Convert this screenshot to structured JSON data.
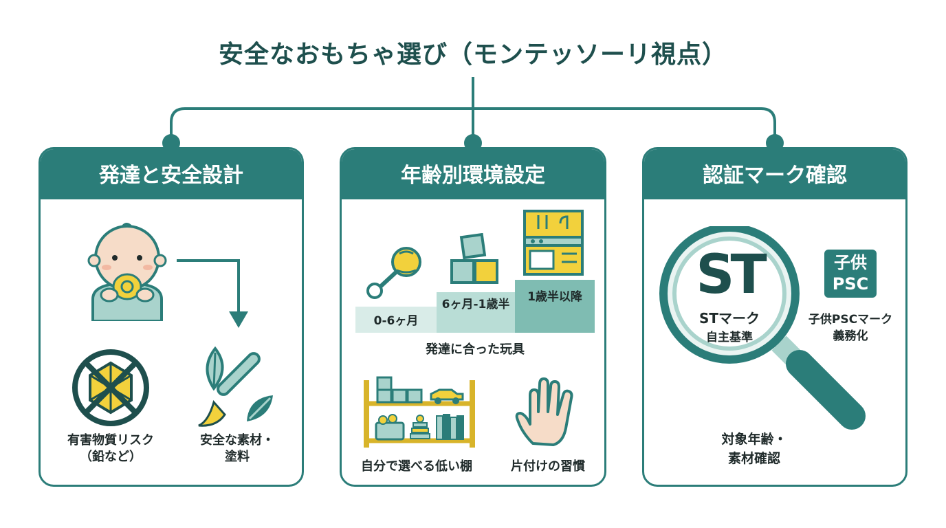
{
  "title": "安全なおもちゃ選び（モンテッソーリ視点）",
  "colors": {
    "teal": "#2b7d79",
    "light_teal": "#a9d3cc",
    "yellow": "#f2d13c",
    "skin": "#f6dcc8"
  },
  "panels": [
    {
      "header": "発達と安全設計",
      "items": [
        {
          "label_line1": "有害物質リスク",
          "label_line2": "（鉛など）",
          "icon": "prohibited-hazard-icon"
        },
        {
          "label_line1": "安全な素材・",
          "label_line2": "塗料",
          "icon": "paintbrush-leaf-icon"
        }
      ],
      "baby_icon": "baby-teether-icon"
    },
    {
      "header": "年齢別環境設定",
      "steps": [
        {
          "label": "0-6ヶ月",
          "icon": "rattle-icon"
        },
        {
          "label": "6ヶ月-1歳半",
          "icon": "blocks-icon"
        },
        {
          "label": "1歳半以降",
          "icon": "toy-kitchen-icon"
        }
      ],
      "caption": "発達に合った玩具",
      "bottom_items": [
        {
          "label": "自分で選べる低い棚",
          "icon": "low-shelf-icon"
        },
        {
          "label": "片付けの習慣",
          "icon": "hand-icon"
        }
      ]
    },
    {
      "header": "認証マーク確認",
      "st_logo": "ST",
      "st_label": "STマーク",
      "st_sub": "自主基準",
      "psc_logo_line1": "子供",
      "psc_logo_line2": "PSC",
      "psc_label_line1": "子供PSCマーク",
      "psc_label_line2": "義務化",
      "check_line1": "対象年齢・",
      "check_line2": "素材確認"
    }
  ]
}
